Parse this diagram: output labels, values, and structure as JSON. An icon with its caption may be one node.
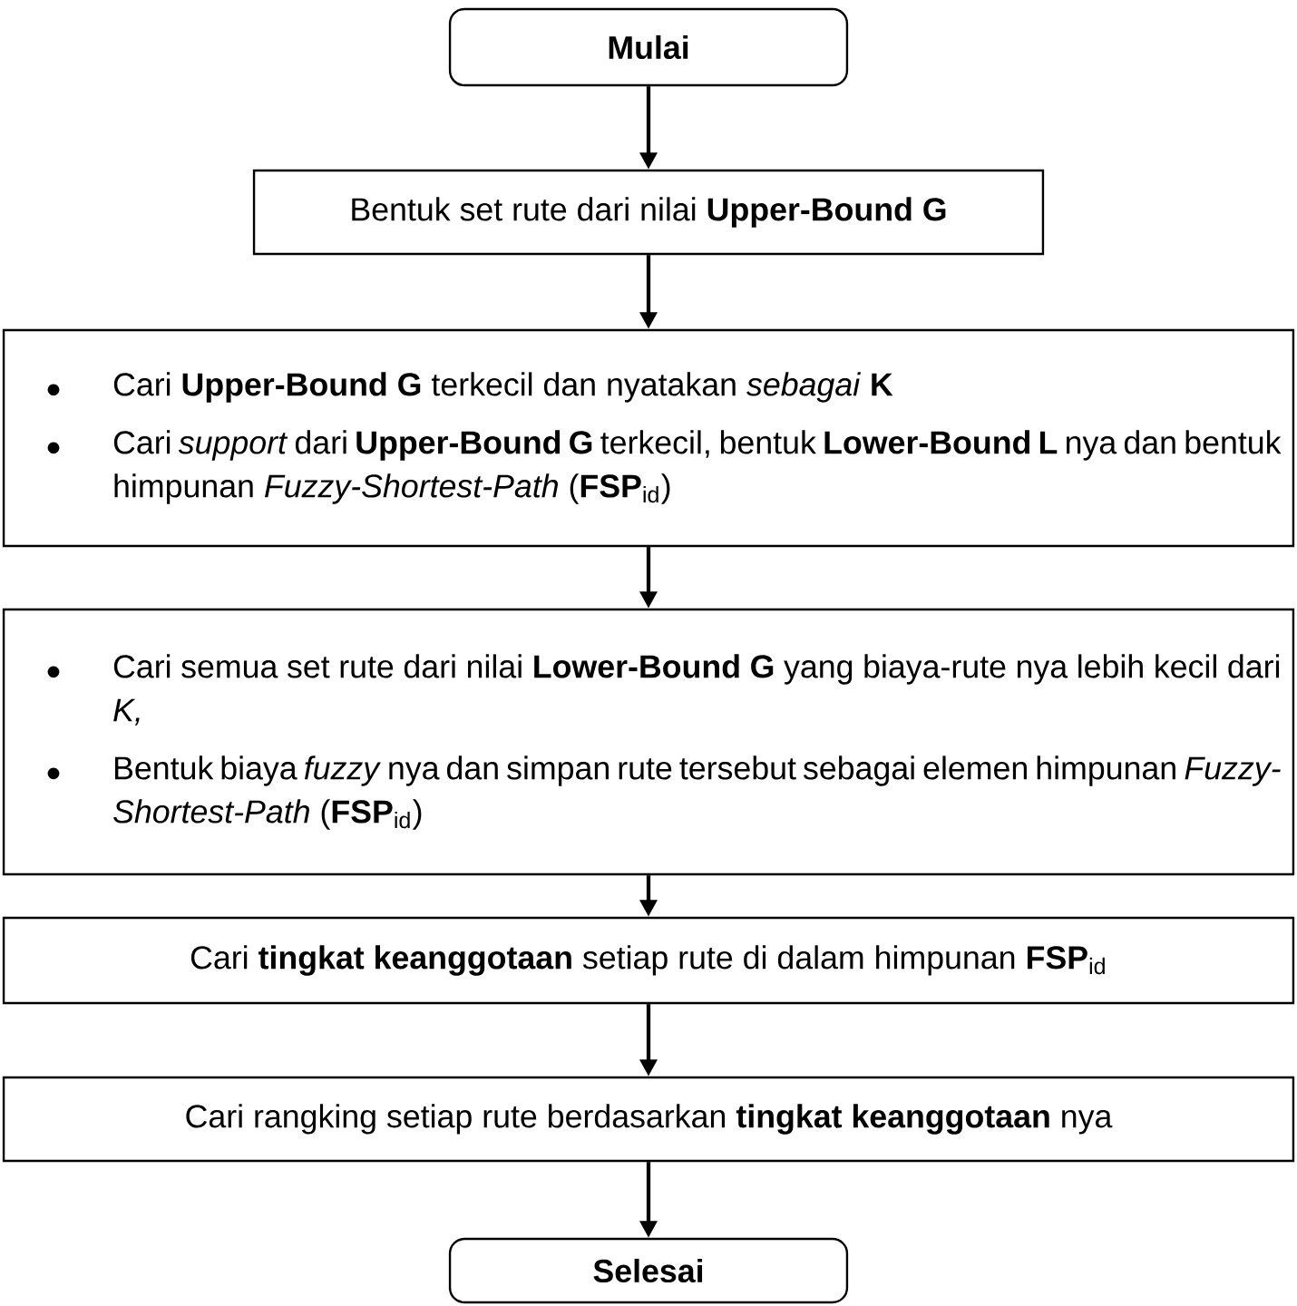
{
  "diagram": {
    "nodes": [
      {
        "text": [
          "**Mulai**"
        ]
      },
      {
        "text": [
          "Bentuk set rute dari nilai **Upper-Bound G**"
        ]
      },
      {
        "text": [
          "Cari **Upper-Bound G** terkecil dan nyatakan *sebagai* **K**",
          "Cari *support* dari **Upper-Bound G** terkecil, bentuk **Lower-Bound L** nya dan bentuk himpunan *Fuzzy-Shortest-Path* (**FSP**$_{id}$)"
        ]
      },
      {
        "text": [
          "Cari semua set rute dari nilai **Lower-Bound G** yang biaya-rute nya lebih kecil dari *K,*",
          "Bentuk biaya *fuzzy* nya dan simpan rute tersebut sebagai elemen himpunan *Fuzzy-Shortest-Path* (**FSP**$_{id}$)"
        ]
      },
      {
        "text": [
          "Cari **tingkat keanggotaan** setiap rute di dalam himpunan **FSP**$_{id}$"
        ]
      },
      {
        "text": [
          "Cari rangking setiap rute berdasarkan **tingkat keanggotaan** nya"
        ]
      },
      {
        "text": [
          "**Selesai**"
        ]
      }
    ],
    "edges": [
      {
        "from": 0,
        "to": 1,
        "arrow": "to"
      },
      {
        "from": 1,
        "to": 2,
        "arrow": "to"
      },
      {
        "from": 2,
        "to": 3,
        "arrow": "to"
      },
      {
        "from": 3,
        "to": 4,
        "arrow": "to"
      },
      {
        "from": 4,
        "to": 5,
        "arrow": "to"
      },
      {
        "from": 5,
        "to": 6,
        "arrow": "to"
      }
    ]
  }
}
